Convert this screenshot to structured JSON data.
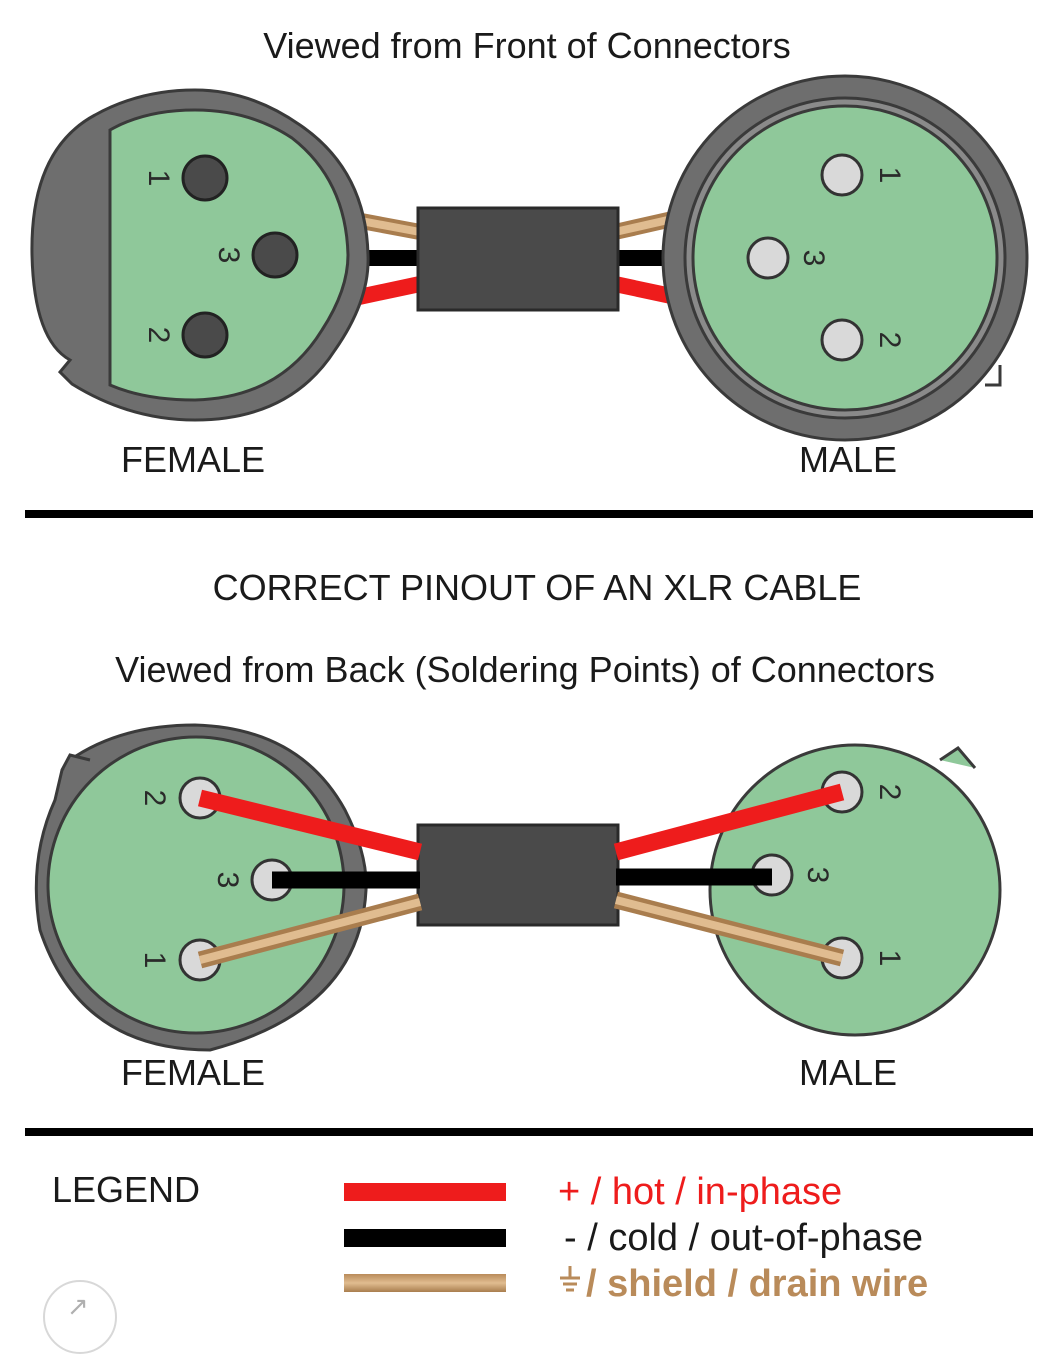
{
  "top_section": {
    "title": "Viewed from Front of Connectors",
    "female_label": "FEMALE",
    "male_label": "MALE",
    "female_pins": [
      "1",
      "3",
      "2"
    ],
    "male_pins": [
      "1",
      "3",
      "2"
    ]
  },
  "bottom_section": {
    "heading": "CORRECT PINOUT OF AN XLR CABLE",
    "title": "Viewed from Back (Soldering Points) of Connectors",
    "female_label": "FEMALE",
    "male_label": "MALE",
    "female_pins": [
      "2",
      "3",
      "1"
    ],
    "male_pins": [
      "2",
      "3",
      "1"
    ]
  },
  "legend": {
    "title": "LEGEND",
    "hot": "+ / hot / in-phase",
    "cold": "- / cold / out-of-phase",
    "shield": "/ shield / drain wire"
  },
  "colors": {
    "hot": "#ee1c1c",
    "cold": "#000000",
    "shield": "#d2a878",
    "connector_face": "#8fc89a",
    "connector_shell": "#6e6e6e",
    "cable_jacket": "#4a4a4a",
    "pin_dark": "#4a4a4a",
    "pin_light": "#d9d9d9"
  },
  "icons": {
    "ground": "ground-symbol-icon",
    "expand": "expand-arrow-icon"
  }
}
